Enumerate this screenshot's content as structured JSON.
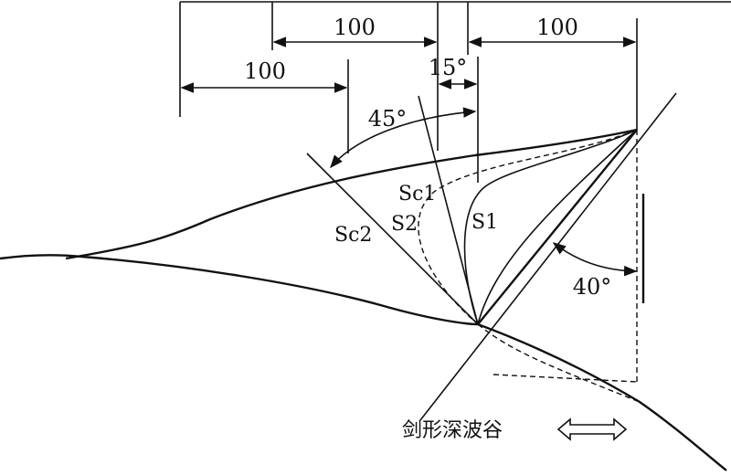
{
  "dimensions": {
    "top_left": "100",
    "top_right": "100",
    "middle_left": "100",
    "small_angle": "15°"
  },
  "angles": {
    "upper": "45°",
    "right": "40°"
  },
  "curves": {
    "sc1": "Sc1",
    "sc2": "Sc2",
    "s1": "S1",
    "s2": "S2"
  },
  "caption": {
    "text": "剑形深波谷"
  }
}
